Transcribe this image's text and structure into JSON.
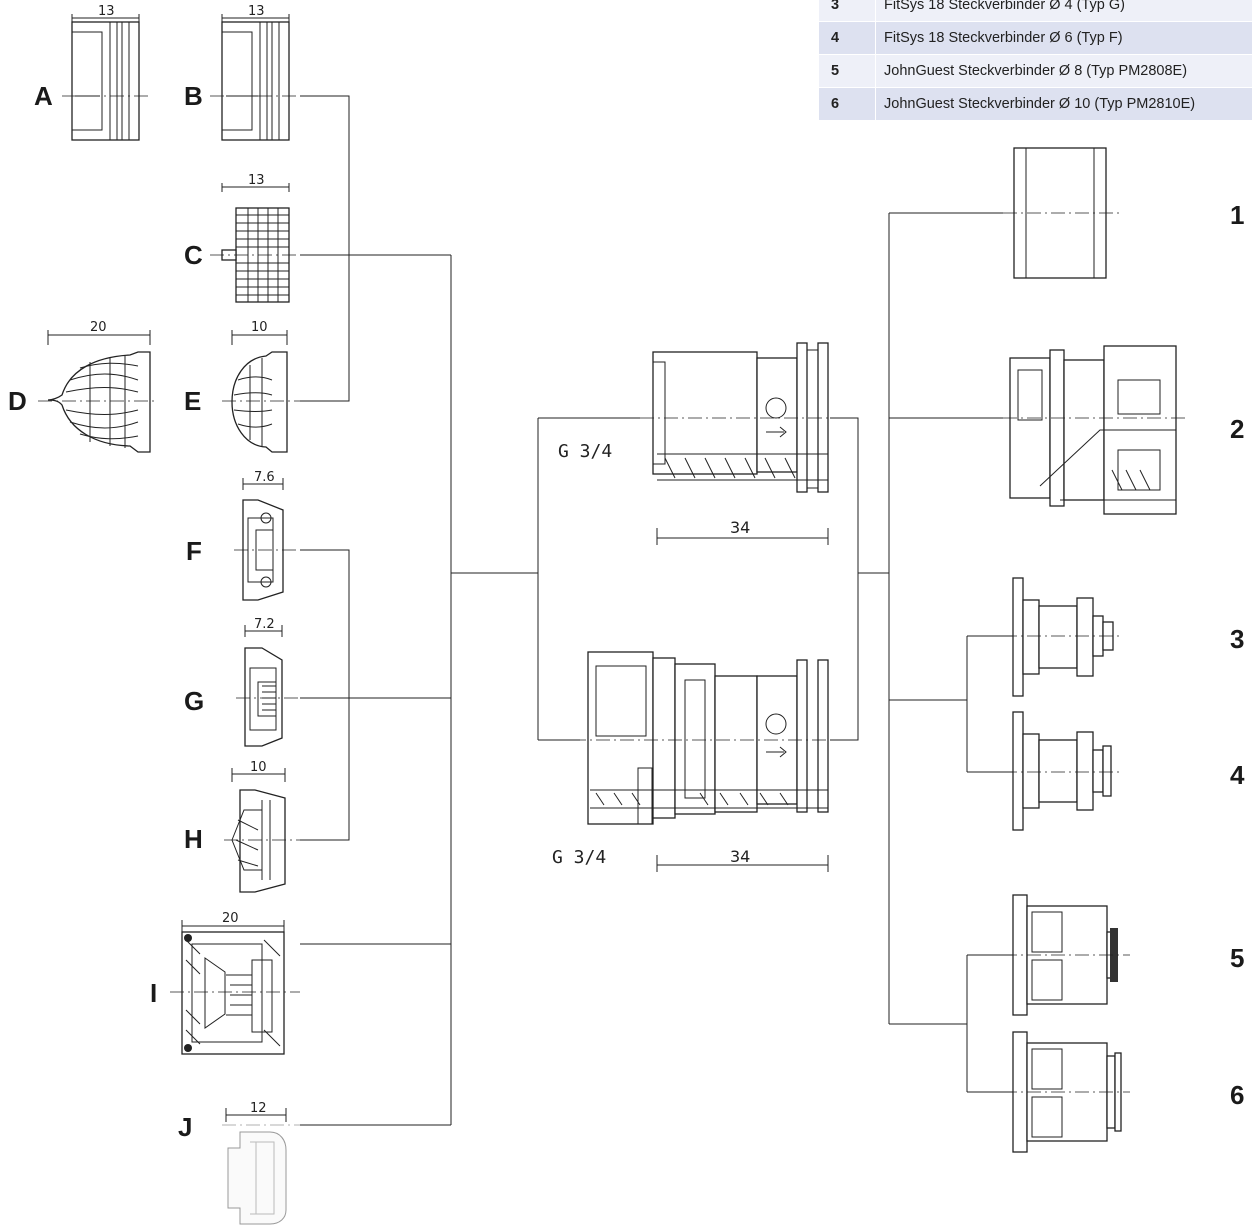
{
  "parts_table": {
    "rows": [
      {
        "num": "3",
        "text": "FitSys 18 Steckverbinder Ø 4 (Typ G)"
      },
      {
        "num": "4",
        "text": "FitSys 18 Steckverbinder Ø 6 (Typ F)"
      },
      {
        "num": "5",
        "text": "JohnGuest Steckverbinder Ø 8 (Typ PM2808E)"
      },
      {
        "num": "6",
        "text": "JohnGuest Steckverbinder Ø 10 (Typ PM2810E)"
      }
    ]
  },
  "left_parts": [
    {
      "label": "A",
      "dim": "13"
    },
    {
      "label": "B",
      "dim": "13"
    },
    {
      "label": "C",
      "dim": "13"
    },
    {
      "label": "D",
      "dim": "20"
    },
    {
      "label": "E",
      "dim": "10"
    },
    {
      "label": "F",
      "dim": "7.6"
    },
    {
      "label": "G",
      "dim": "7.2"
    },
    {
      "label": "H",
      "dim": "10"
    },
    {
      "label": "I",
      "dim": "20"
    },
    {
      "label": "J",
      "dim": "12"
    }
  ],
  "center_parts": {
    "top": {
      "thread": "G 3/4",
      "length": "34"
    },
    "bottom": {
      "thread": "G 3/4",
      "length": "34"
    }
  },
  "right_parts": [
    "1",
    "2",
    "3",
    "4",
    "5",
    "6"
  ],
  "colors": {
    "line": "#222222",
    "table_row_a": "#eef0f8",
    "table_row_b": "#dde1f0"
  }
}
